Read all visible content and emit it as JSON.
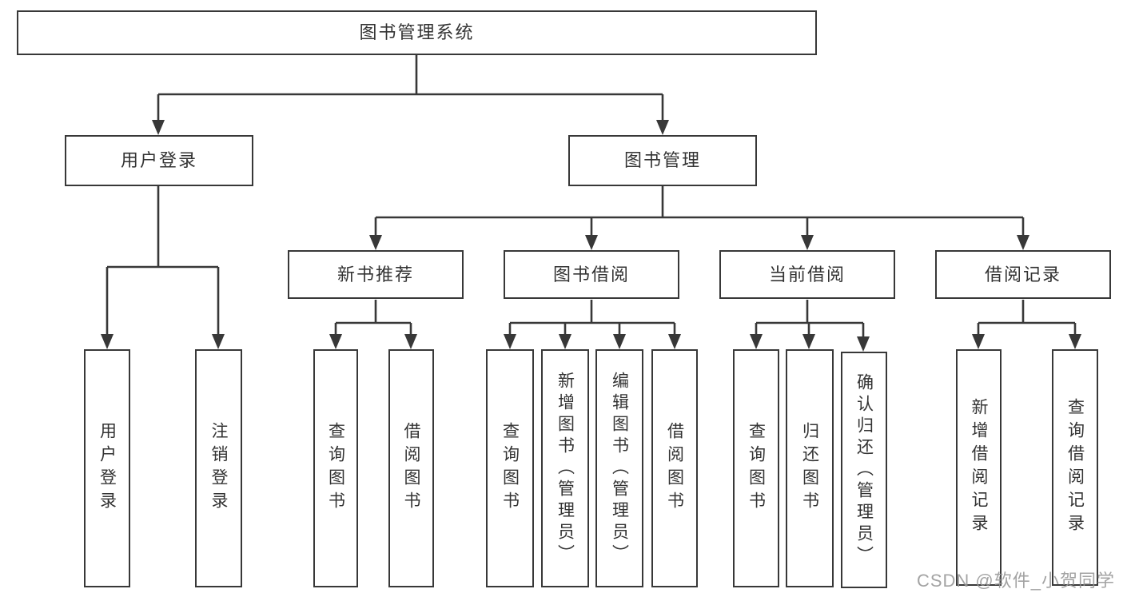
{
  "colors": {
    "line": "#383838",
    "text": "#333333",
    "node_background": "#ffffff",
    "page_background": "#ffffff",
    "watermark": "#969696"
  },
  "watermark": {
    "text": "CSDN @软件_小贺同学"
  },
  "tree": {
    "label": "图书管理系统",
    "children": [
      {
        "label": "用户登录",
        "children": [
          {
            "label": "用户登录"
          },
          {
            "label": "注销登录"
          }
        ]
      },
      {
        "label": "图书管理",
        "children": [
          {
            "label": "新书推荐",
            "children": [
              {
                "label": "查询图书"
              },
              {
                "label": "借阅图书"
              }
            ]
          },
          {
            "label": "图书借阅",
            "children": [
              {
                "label": "查询图书"
              },
              {
                "label": "新增图书（管理员）"
              },
              {
                "label": "编辑图书（管理员）"
              },
              {
                "label": "借阅图书"
              }
            ]
          },
          {
            "label": "当前借阅",
            "children": [
              {
                "label": "查询图书"
              },
              {
                "label": "归还图书"
              },
              {
                "label": "确认归还（管理员）"
              }
            ]
          },
          {
            "label": "借阅记录",
            "children": [
              {
                "label": "新增借阅记录"
              },
              {
                "label": "查询借阅记录"
              }
            ]
          }
        ]
      }
    ]
  }
}
